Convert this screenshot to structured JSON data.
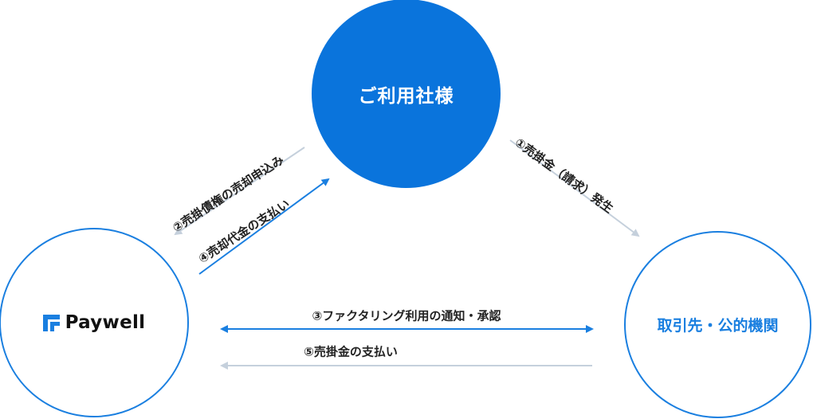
{
  "nodes": {
    "client": "ご利用社様",
    "paywell": "Paywell",
    "partner": "取引先・公的機関"
  },
  "flows": {
    "step1": "①売掛金（請求）発生",
    "step2": "②売掛債権の売却申込み",
    "step3": "③ファクタリング利用の通知・承認",
    "step4": "④売却代金の支払い",
    "step5": "⑤売掛金の支払い"
  },
  "colors": {
    "primary": "#0a74dc",
    "arrow_blue": "#1a7fe0",
    "arrow_gray": "#c5d0dc"
  }
}
